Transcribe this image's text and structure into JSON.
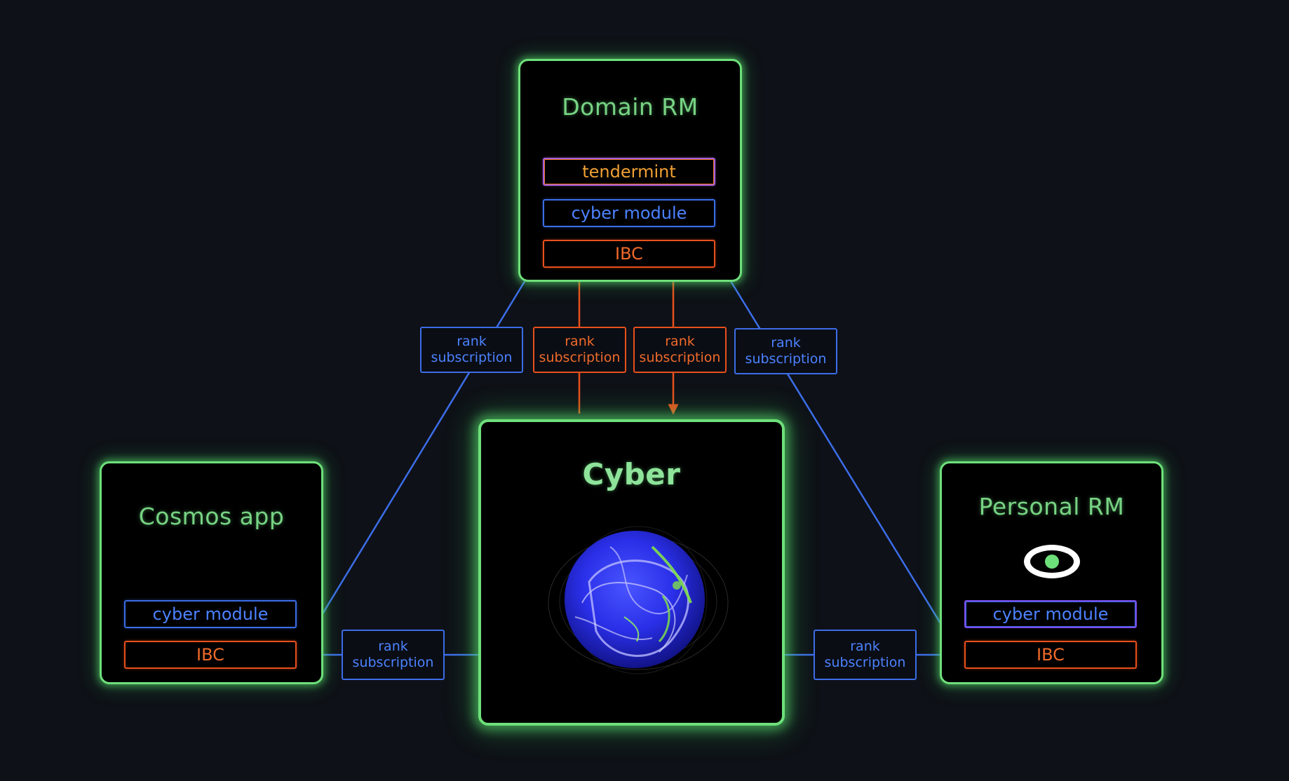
{
  "nodes": {
    "domain_rm": {
      "title": "Domain RM",
      "modules": [
        "tendermint",
        "cyber module",
        "IBC"
      ]
    },
    "cyber": {
      "title": "Cyber"
    },
    "cosmos_app": {
      "title": "Cosmos app",
      "modules": [
        "cyber module",
        "IBC"
      ]
    },
    "personal_rm": {
      "title": "Personal RM",
      "modules": [
        "cyber module",
        "IBC"
      ],
      "icon": "eye-icon"
    }
  },
  "edges": {
    "label_line1": "rank",
    "label_line2": "subscription"
  },
  "colors": {
    "background": "#0e1117",
    "node_border": "#6ee07a",
    "node_title": "#77d383",
    "tendermint": "#f0a035",
    "cyber_module": "#4c82ff",
    "ibc": "#f06a2a",
    "blue_connector": "#3c6de8",
    "orange_connector": "#e8501c"
  }
}
